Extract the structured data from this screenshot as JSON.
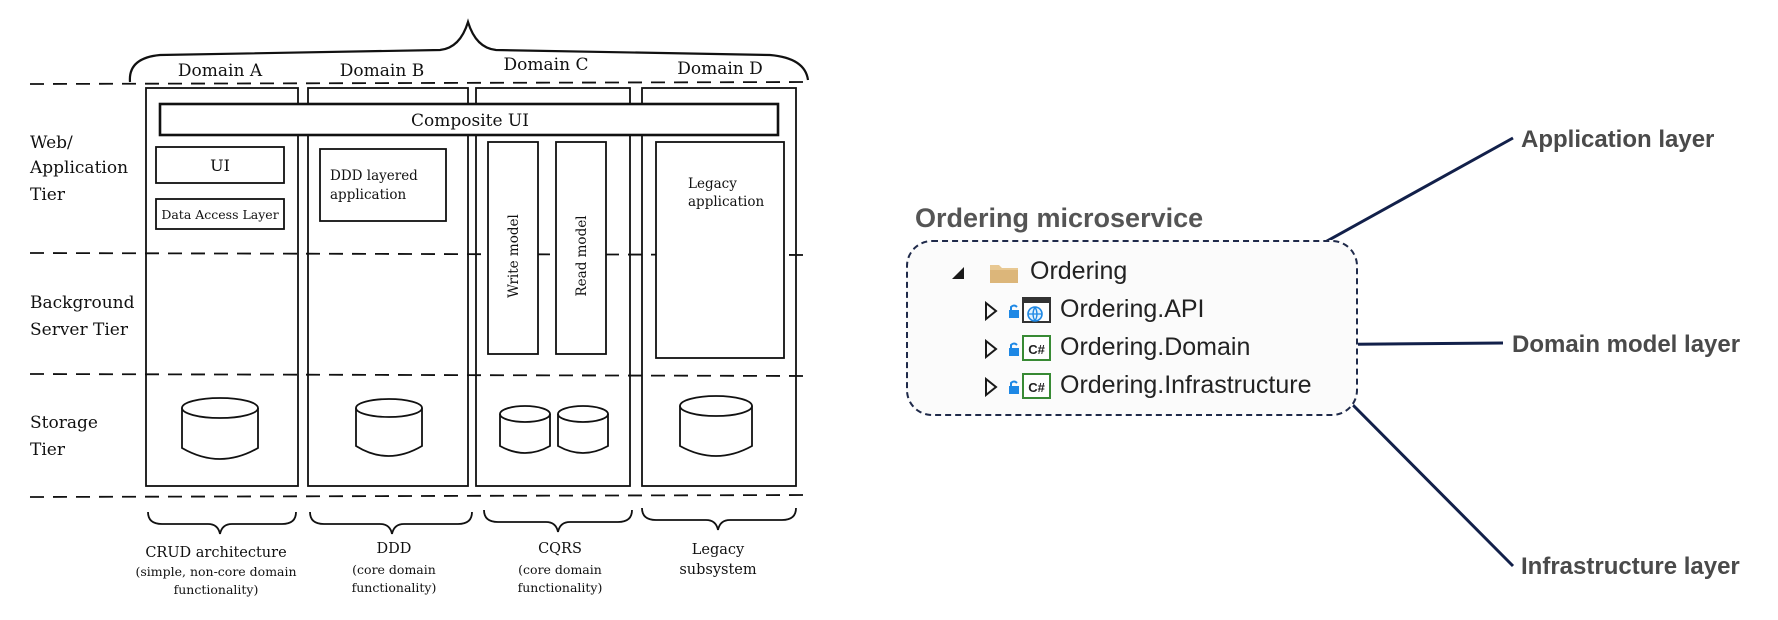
{
  "left": {
    "domains": [
      "Domain A",
      "Domain B",
      "Domain C",
      "Domain D"
    ],
    "tiers": [
      {
        "lines": [
          "Web/",
          "Application",
          "Tier"
        ]
      },
      {
        "lines": [
          "Background",
          "Server Tier"
        ]
      },
      {
        "lines": [
          "Storage",
          "Tier"
        ]
      }
    ],
    "composite_ui": "Composite UI",
    "boxes": {
      "ui": "UI",
      "dal": "Data Access Layer",
      "ddd_app": [
        "DDD layered",
        "application"
      ],
      "write_model": "Write model",
      "read_model": "Read model",
      "legacy_app": [
        "Legacy",
        "application"
      ]
    },
    "captions": [
      {
        "lines": [
          "CRUD architecture",
          "(simple, non-core domain",
          "functionality)"
        ]
      },
      {
        "lines": [
          "DDD",
          "(core domain",
          "functionality)"
        ]
      },
      {
        "lines": [
          "CQRS",
          "(core domain",
          "functionality)"
        ]
      },
      {
        "lines": [
          "Legacy",
          "subsystem"
        ]
      }
    ]
  },
  "right": {
    "title": "Ordering microservice",
    "root": {
      "label": "Ordering",
      "icon": "folder-icon"
    },
    "projects": [
      {
        "label": "Ordering.API",
        "icon": "web-project-icon"
      },
      {
        "label": "Ordering.Domain",
        "icon": "csharp-project-icon"
      },
      {
        "label": "Ordering.Infrastructure",
        "icon": "csharp-project-icon"
      }
    ],
    "layers": {
      "application": "Application layer",
      "domain": "Domain model layer",
      "infrastructure": "Infrastructure layer"
    },
    "colors": {
      "arrow": "#12204a",
      "folder": "#dcb67a",
      "csharp": "#388a34",
      "lock": "#1e88e5"
    }
  }
}
